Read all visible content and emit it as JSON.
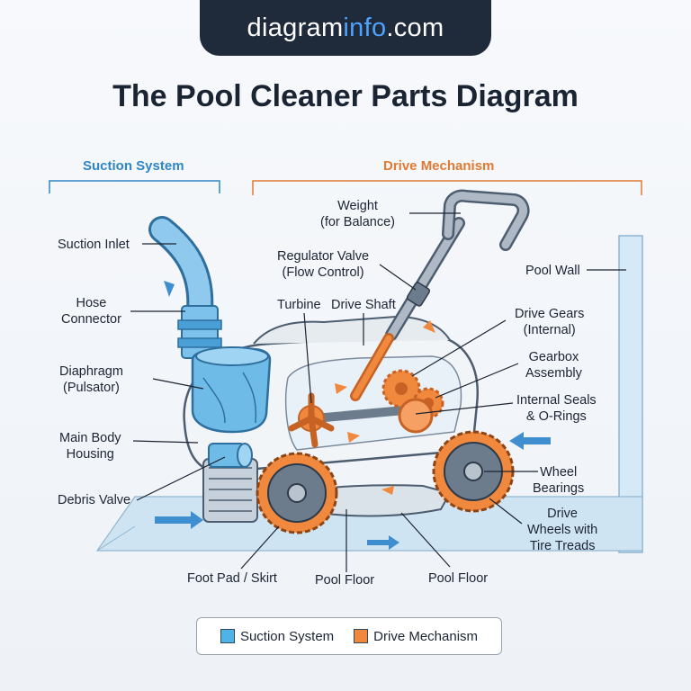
{
  "colors": {
    "suction": "#4fb3e8",
    "drive": "#f0883e",
    "banner": "#1f2a3a",
    "site_accent": "#4ea3ff"
  },
  "site": {
    "name_part1": "diagram",
    "name_part2": "info",
    "name_part3": ".com"
  },
  "title": "The Pool Cleaner Parts Diagram",
  "sections": {
    "suction": "Suction System",
    "drive": "Drive Mechanism"
  },
  "labels": {
    "suction_inlet": "Suction Inlet",
    "hose_connector": [
      "Hose",
      "Connector"
    ],
    "diaphragm": [
      "Diaphragm",
      "(Pulsator)"
    ],
    "main_body": [
      "Main Body",
      "Housing"
    ],
    "debris_valve": "Debris Valve",
    "weight": [
      "Weight",
      "(for Balance)"
    ],
    "regulator_valve": [
      "Regulator Valve",
      "(Flow Control)"
    ],
    "turbine": "Turbine",
    "drive_shaft": "Drive Shaft",
    "pool_wall": "Pool Wall",
    "drive_gears": [
      "Drive Gears",
      "(Internal)"
    ],
    "gearbox": [
      "Gearbox",
      "Assembly"
    ],
    "seals": [
      "Internal Seals",
      "& O-Rings"
    ],
    "wheel_bearings": [
      "Wheel",
      "Bearings"
    ],
    "drive_wheels": [
      "Drive",
      "Wheels with",
      "Tire Treads"
    ],
    "foot_pad": "Foot Pad / Skirt",
    "pool_floor_1": "Pool Floor",
    "pool_floor_2": "Pool Floor"
  },
  "legend": {
    "suction": "Suction System",
    "drive": "Drive Mechanism"
  }
}
